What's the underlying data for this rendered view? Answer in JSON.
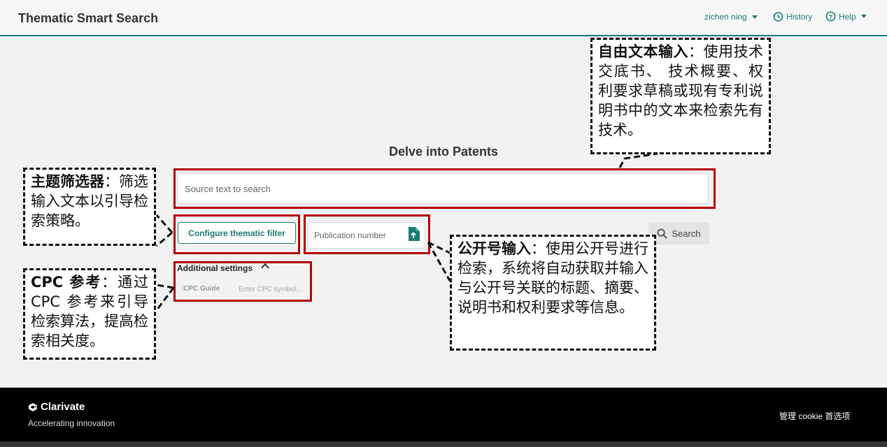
{
  "header": {
    "title": "Thematic Smart Search",
    "user": "zichen ning",
    "history_label": "History",
    "help_label": "Help"
  },
  "main": {
    "title": "Delve into Patents",
    "search_placeholder": "Source text to search",
    "thematic_button": "Configure thematic filter",
    "publication_placeholder": "Publication number",
    "search_button": "Search",
    "additional_settings": "Additional settings",
    "cpc_guide": "CPC Guide",
    "cpc_placeholder": "Enter CPC symbol..."
  },
  "callouts": {
    "free_text": {
      "title": "自由文本输入",
      "body": "：使用技术交底书、 技术概要、权利要求草稿或现有专利说明书中的文本来检索先有技术。"
    },
    "thematic": {
      "title": "主题筛选器",
      "body": "：筛选输入文本以引导检索策略。"
    },
    "cpc": {
      "title": "CPC 参考",
      "body": "：通过 CPC 参考来引导检索算法，提高检索相关度。"
    },
    "publication": {
      "title": "公开号输入",
      "body": "：使用公开号进行检索，系统将自动获取并输入与公开号关联的标题、摘要、说明书和权利要求等信息。"
    }
  },
  "footer": {
    "brand": "Clarivate",
    "tagline": "Accelerating innovation",
    "cookie_link": "管理 cookie 首选项"
  },
  "colors": {
    "accent": "#1a7a73",
    "highlight": "#b30000"
  }
}
